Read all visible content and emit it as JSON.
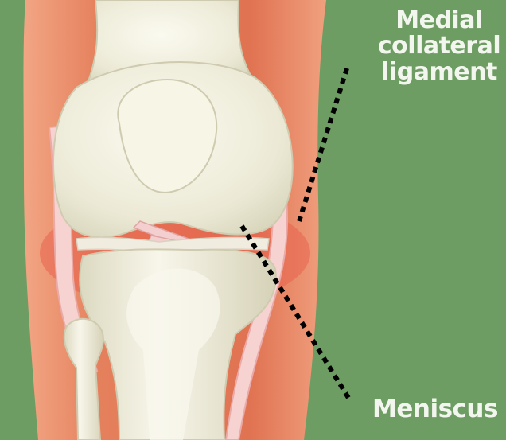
{
  "labels": {
    "ligament": [
      "Medial",
      "collateral",
      "ligament"
    ],
    "meniscus": "Meniscus"
  },
  "colors": {
    "background": "#6e9d63",
    "skin": "#e07a58",
    "bone": "#f2f0df",
    "ligament": "#f6cfcf",
    "label_text": "#f3f6ee",
    "pointer": "#000000"
  }
}
